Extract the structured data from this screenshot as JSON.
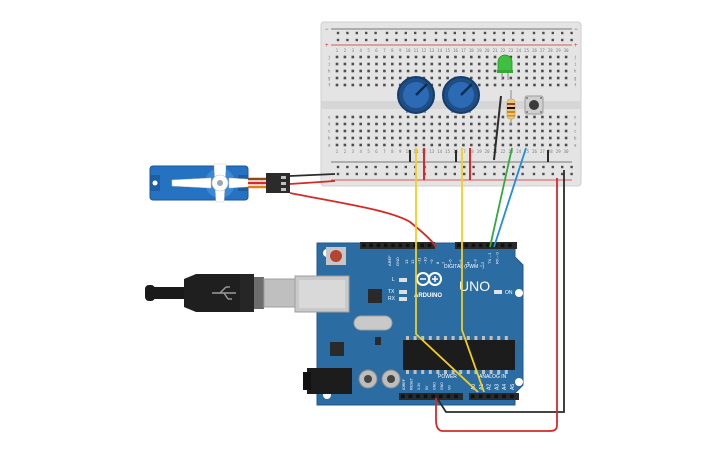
{
  "board": {
    "logo_text": "ARDUINO",
    "model": "UNO",
    "on_label": "ON",
    "tx_label": "TX",
    "rx_label": "RX",
    "l_label": "L",
    "aref_label": "AREF",
    "gnd_label": "GND",
    "digital_label": "DIGITAL (PWM ~)",
    "power_label": "POWER",
    "analog_label": "ANALOG IN",
    "power_pins": [
      "IOREF",
      "RESET",
      "3.3V",
      "5V",
      "GND",
      "GND",
      "Vin"
    ],
    "analog_pins": [
      "A0",
      "A1",
      "A2",
      "A3",
      "A4",
      "A5"
    ],
    "digital_pins": [
      "13",
      "12",
      "~11",
      "~10",
      "~9",
      "8",
      "7",
      "~6",
      "~5",
      "4",
      "~3",
      "2",
      "TX→1",
      "RX←0"
    ]
  },
  "breadboard": {
    "column_numbers": [
      "1",
      "2",
      "3",
      "4",
      "5",
      "6",
      "7",
      "8",
      "9",
      "10",
      "11",
      "12",
      "13",
      "14",
      "15",
      "16",
      "17",
      "18",
      "19",
      "20",
      "21",
      "22",
      "23",
      "24",
      "25",
      "26",
      "27",
      "28",
      "29",
      "30"
    ],
    "row_letters_top": [
      "j",
      "i",
      "h",
      "g",
      "f"
    ],
    "row_letters_bottom": [
      "e",
      "d",
      "c",
      "b",
      "a"
    ],
    "rail_plus": "+",
    "rail_minus": "−"
  },
  "colors": {
    "board": "#2b6ca3",
    "breadboard": "#e6e6e6",
    "wire_red": "#d42a2a",
    "wire_black": "#2b2b2b",
    "wire_yellow": "#f2cf1f",
    "wire_green": "#35a842",
    "wire_blue": "#1f8fd6",
    "servo": "#2672c2",
    "led": "#3fbf3f"
  }
}
